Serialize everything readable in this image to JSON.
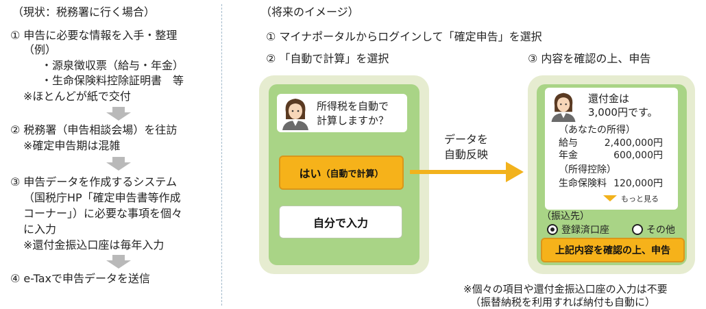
{
  "left": {
    "heading": "（現状：税務署に行く場合）",
    "step1": {
      "title": "① 申告に必要な情報を入手・整理",
      "example": "（例）",
      "item1": "・源泉徴収票（給与・年金）",
      "item2": "・生命保険料控除証明書　等",
      "note": "※ほとんどが紙で交付"
    },
    "step2": {
      "title": "② 税務署（申告相談会場）を往訪",
      "note": "※確定申告期は混雑"
    },
    "step3": {
      "line1": "③ 申告データを作成するシステム",
      "line2": "（国税庁HP「確定申告書等作成",
      "line3": "コーナー」）に必要な事項を個々",
      "line4": "に入力",
      "note": "※還付金振込口座は毎年入力"
    },
    "step4": {
      "title": "④ e-Taxで申告データを送信"
    }
  },
  "right": {
    "heading": "（将来のイメージ）",
    "step1": "① マイナポータルからログインして「確定申告」を選択",
    "step2": "② 「自動で計算」を選択",
    "step3": "③ 内容を確認の上、申告",
    "phone1": {
      "bubble_line1": "所得税を自動で",
      "bubble_line2": "計算しますか？",
      "yes_main": "はい",
      "yes_sub": "（自動で計算）",
      "manual": "自分で入力"
    },
    "arrow_label_line1": "データを",
    "arrow_label_line2": "自動反映",
    "phone2": {
      "refund_line1": "還付金は",
      "refund_line2": "3,000円です。",
      "income_header": "（あなたの所得）",
      "salary_label": "給与",
      "salary_value": "2,400,000円",
      "pension_label": "年金",
      "pension_value": "600,000円",
      "deduction_header": "（所得控除）",
      "insurance_label": "生命保険料",
      "insurance_value": "120,000円",
      "more": "もっと見る",
      "transfer_header": "（振込先）",
      "option_registered": "登録済口座",
      "option_other": "その他",
      "selected_option": "登録済口座",
      "submit": "上記内容を確認の上、申告"
    },
    "footnote_line1": "※個々の項目や還付金振込口座の入力は不要",
    "footnote_line2": "（振替納税を利用すれば納付も自動に）"
  },
  "colors": {
    "phone_frame": "#e6ecd0",
    "screen_green": "#a9d486",
    "button_yellow": "#f6b21a",
    "arrow_yellow": "#f2b21c",
    "down_arrow_gray": "#b9b9b9"
  },
  "icons": {
    "avatar": "woman-operator-icon",
    "flow_arrow": "right-arrow-icon",
    "step_arrow": "down-arrow-icon",
    "more": "triangle-down-icon"
  }
}
